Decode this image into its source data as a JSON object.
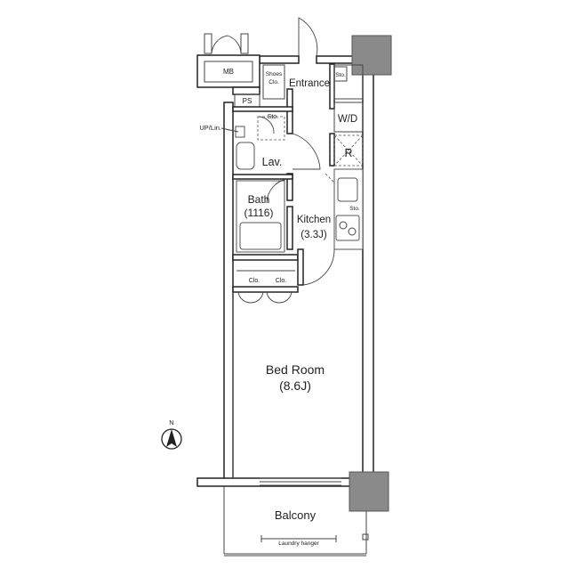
{
  "labels": {
    "mb": "MB",
    "shoes_clo": [
      "Shoes",
      "Clo."
    ],
    "entrance": "Entrance",
    "sto_entrance": "Sto.",
    "ps": "PS",
    "up_lin": "UP/Lin.",
    "sto_lav": "Sto.",
    "wd": "W/D",
    "lav": "Lav.",
    "refrigerator": "R",
    "bath": "Bath",
    "bath_size": "(1116)",
    "sto_kitchen": "Sto.",
    "kitchen": "Kitchen",
    "kitchen_size": "(3.3J)",
    "clo_1": "Clo.",
    "clo_2": "Clo.",
    "bed_room": "Bed Room",
    "bed_room_size": "(8.6J)",
    "north": "N",
    "balcony": "Balcony",
    "laundry_hanger": "Laundry hanger"
  },
  "colors": {
    "wall": "#222222",
    "pillar": "#8a8a8a",
    "background": "#ffffff"
  },
  "icons": {
    "compass": "north-arrow-icon"
  }
}
